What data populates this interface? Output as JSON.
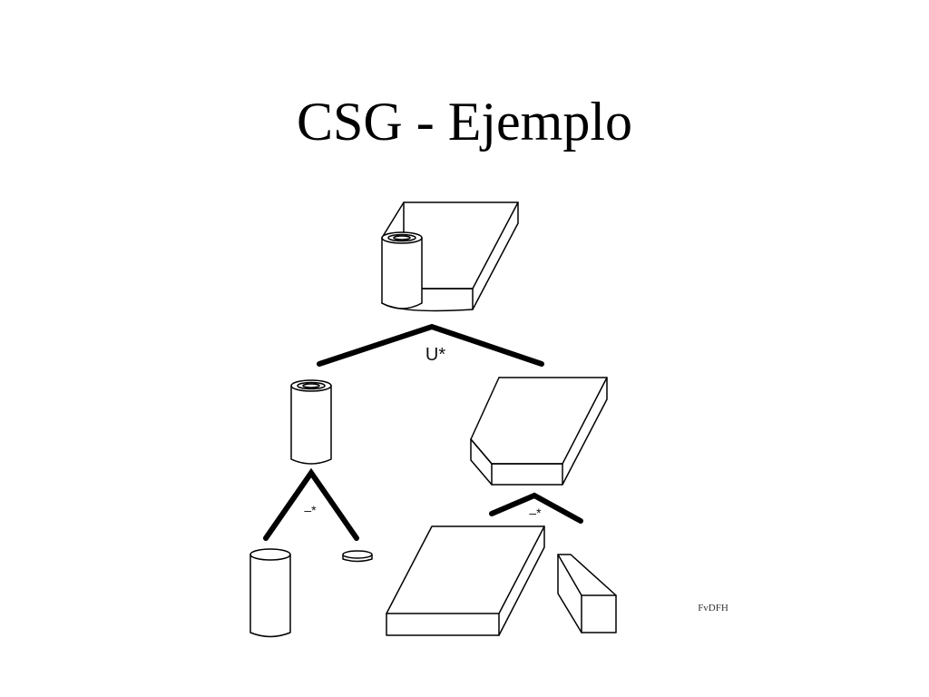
{
  "slide": {
    "title": "CSG - Ejemplo"
  },
  "tree": {
    "root_operation": "U*",
    "left_operation": "–*",
    "right_operation": "–*"
  },
  "credit": "FvDFH",
  "colors": {
    "background": "#ffffff",
    "ink": "#000000"
  }
}
